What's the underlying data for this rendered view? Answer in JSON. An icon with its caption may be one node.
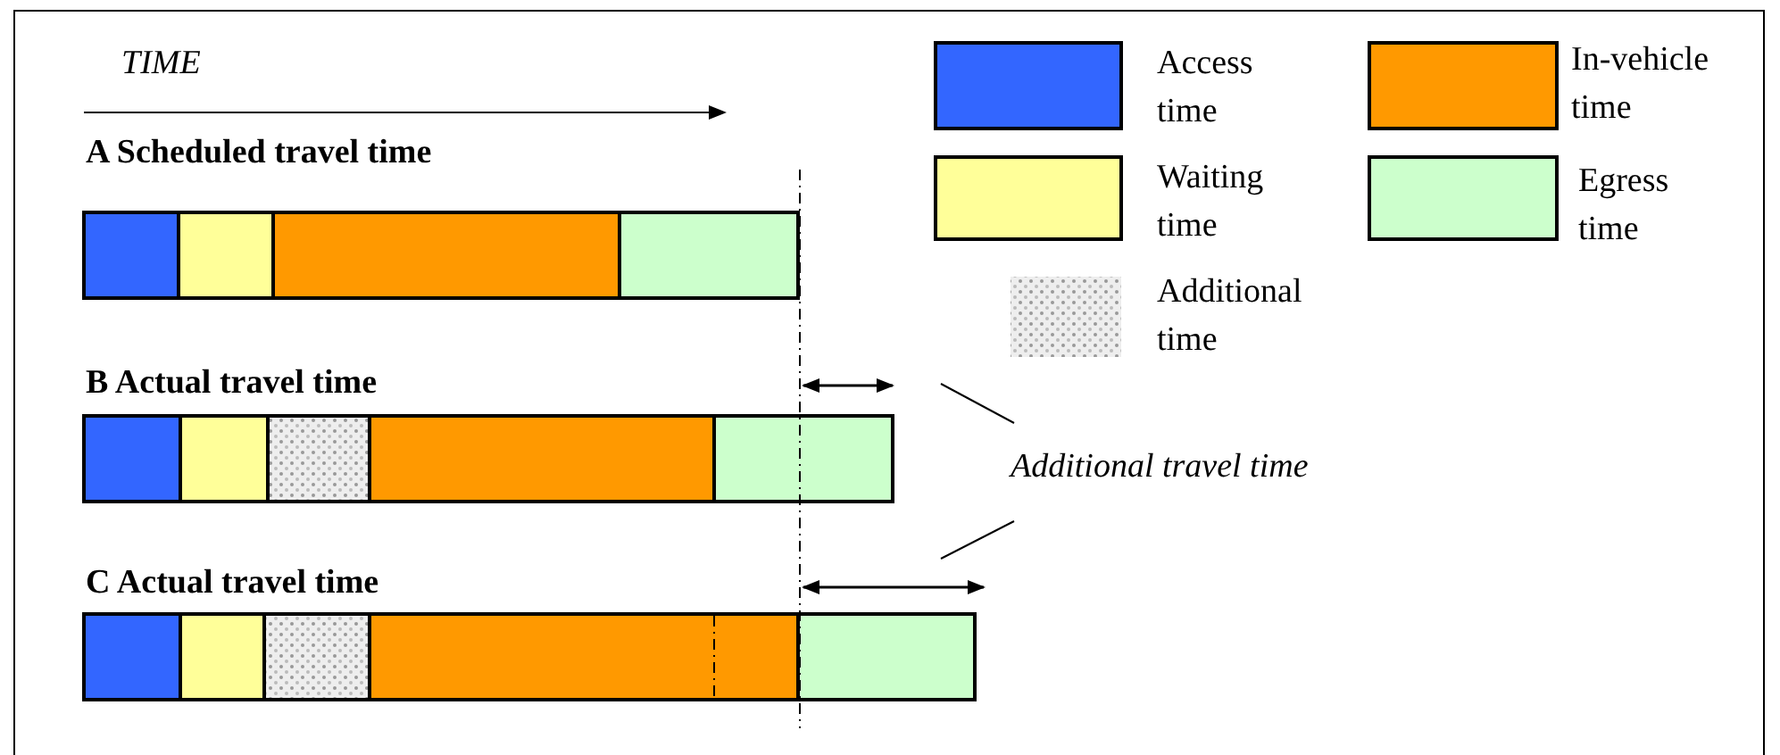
{
  "diagram": {
    "nodes": [
      {
        "text": [
          "Additional travel time"
        ]
      },
      {
        "text": [],
        "shape": "arrow"
      },
      {
        "text": [],
        "shape": "arrow"
      }
    ],
    "edges": [
      {
        "from": 0,
        "to": 1,
        "arrow": "none"
      },
      {
        "from": 0,
        "to": 2,
        "arrow": "none"
      }
    ],
    "labels": [
      "TIME",
      "A Scheduled travel time",
      "B Actual travel time",
      "C Actual travel time"
    ],
    "legend": [
      {
        "text": "Access time",
        "color": "#3366ff"
      },
      {
        "text": "In-vehicle time",
        "color": "#ff9900"
      },
      {
        "text": "Waiting time",
        "color": "#ffff99"
      },
      {
        "text": "Egress time",
        "color": "#ccffcc"
      },
      {
        "text": "Additional time"
      }
    ]
  }
}
